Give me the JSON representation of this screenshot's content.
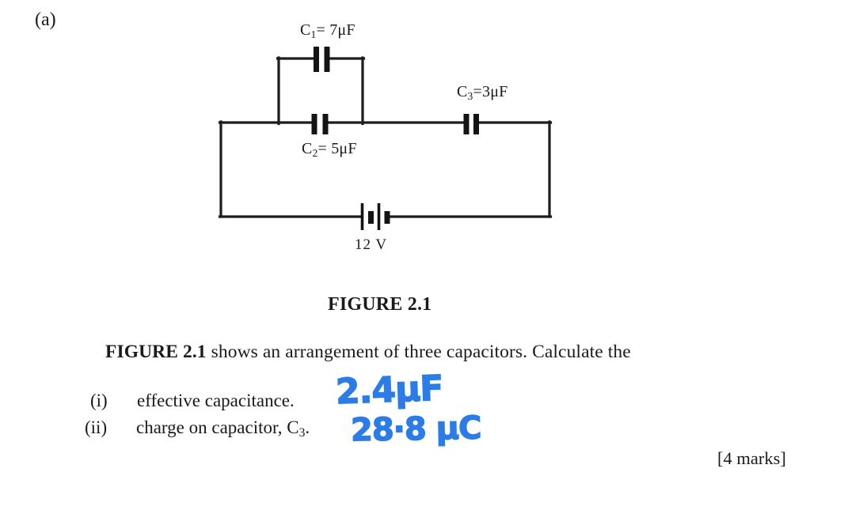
{
  "page": {
    "part_label": "(a)",
    "marks": "[4 marks]"
  },
  "figure": {
    "caption": "FIGURE 2.1",
    "battery_label": "12 V",
    "capacitors": [
      {
        "name": "C",
        "sub": "1",
        "value": "= 7μF"
      },
      {
        "name": "C",
        "sub": "2",
        "value": "= 5μF"
      },
      {
        "name": "C",
        "sub": "3",
        "value": "=3μF"
      }
    ]
  },
  "problem": {
    "intro_bold": "FIGURE 2.1",
    "intro_rest": " shows an arrangement of three capacitors. Calculate the",
    "items": [
      {
        "number": "(i)",
        "text": "effective capacitance.",
        "answer": "2.4μF"
      },
      {
        "number": "(ii)",
        "text_prefix": "charge on capacitor, C",
        "text_sub": "3",
        "text_suffix": ".",
        "answer": "28·8 μC"
      }
    ]
  },
  "colors": {
    "ink": "#1a1a1a",
    "handwriting_blue": "#2b7ce9",
    "background": "#ffffff"
  }
}
